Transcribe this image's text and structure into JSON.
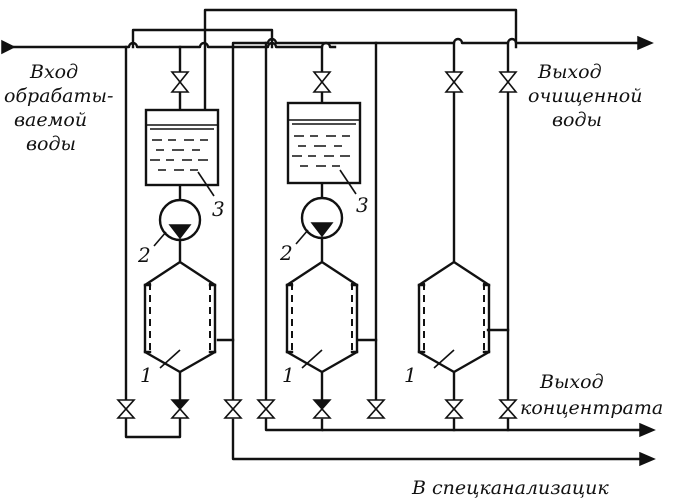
{
  "labels": {
    "inlet": [
      "Вход",
      "обрабаты-",
      "ваемой",
      "воды"
    ],
    "outlet_clean": [
      "Выход",
      "очищенной",
      "воды"
    ],
    "outlet_concentrate": [
      "Выход",
      "концентрата"
    ],
    "drain": "В спецканализацик"
  },
  "callouts": {
    "module": "1",
    "pump": "2",
    "tank": "3"
  }
}
